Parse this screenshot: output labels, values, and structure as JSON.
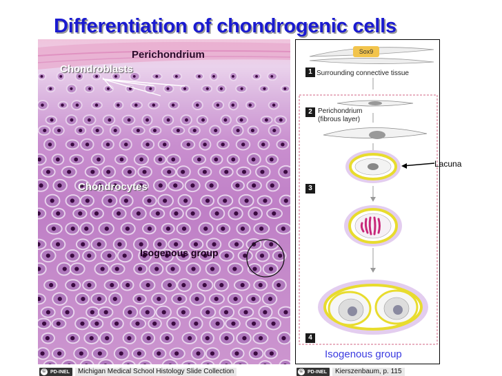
{
  "title": "Differentiation of chondrogenic cells",
  "micrograph": {
    "labels": {
      "perichondrium": "Perichondrium",
      "chondroblasts": "Chondroblasts",
      "chondrocytes": "Chondrocytes",
      "isogenous_group": "Isogenous group"
    }
  },
  "diagram": {
    "gene_badge": "Sox9",
    "steps": [
      {
        "number": "1",
        "text": "Surrounding connective tissue"
      },
      {
        "number": "2",
        "text_line1": "Perichondrium",
        "text_line2": "(fibrous layer)"
      },
      {
        "number": "3"
      },
      {
        "number": "4"
      }
    ],
    "isogenous_group_label": "Isogenous group",
    "lacuna_label": "Lacuna",
    "colors": {
      "lacuna_ring": "#e8dc2e",
      "matrix_halo": "#d9b8e8",
      "nucleus": "#8a8a8a",
      "chromosomes": "#c8287a",
      "box_border": "#d06080"
    }
  },
  "credits": {
    "left": {
      "badge": "PD-INEL",
      "text": "Michigan Medical School Histology Slide Collection"
    },
    "right": {
      "badge": "PD-INEL",
      "text": "Kierszenbaum, p. 115"
    }
  }
}
